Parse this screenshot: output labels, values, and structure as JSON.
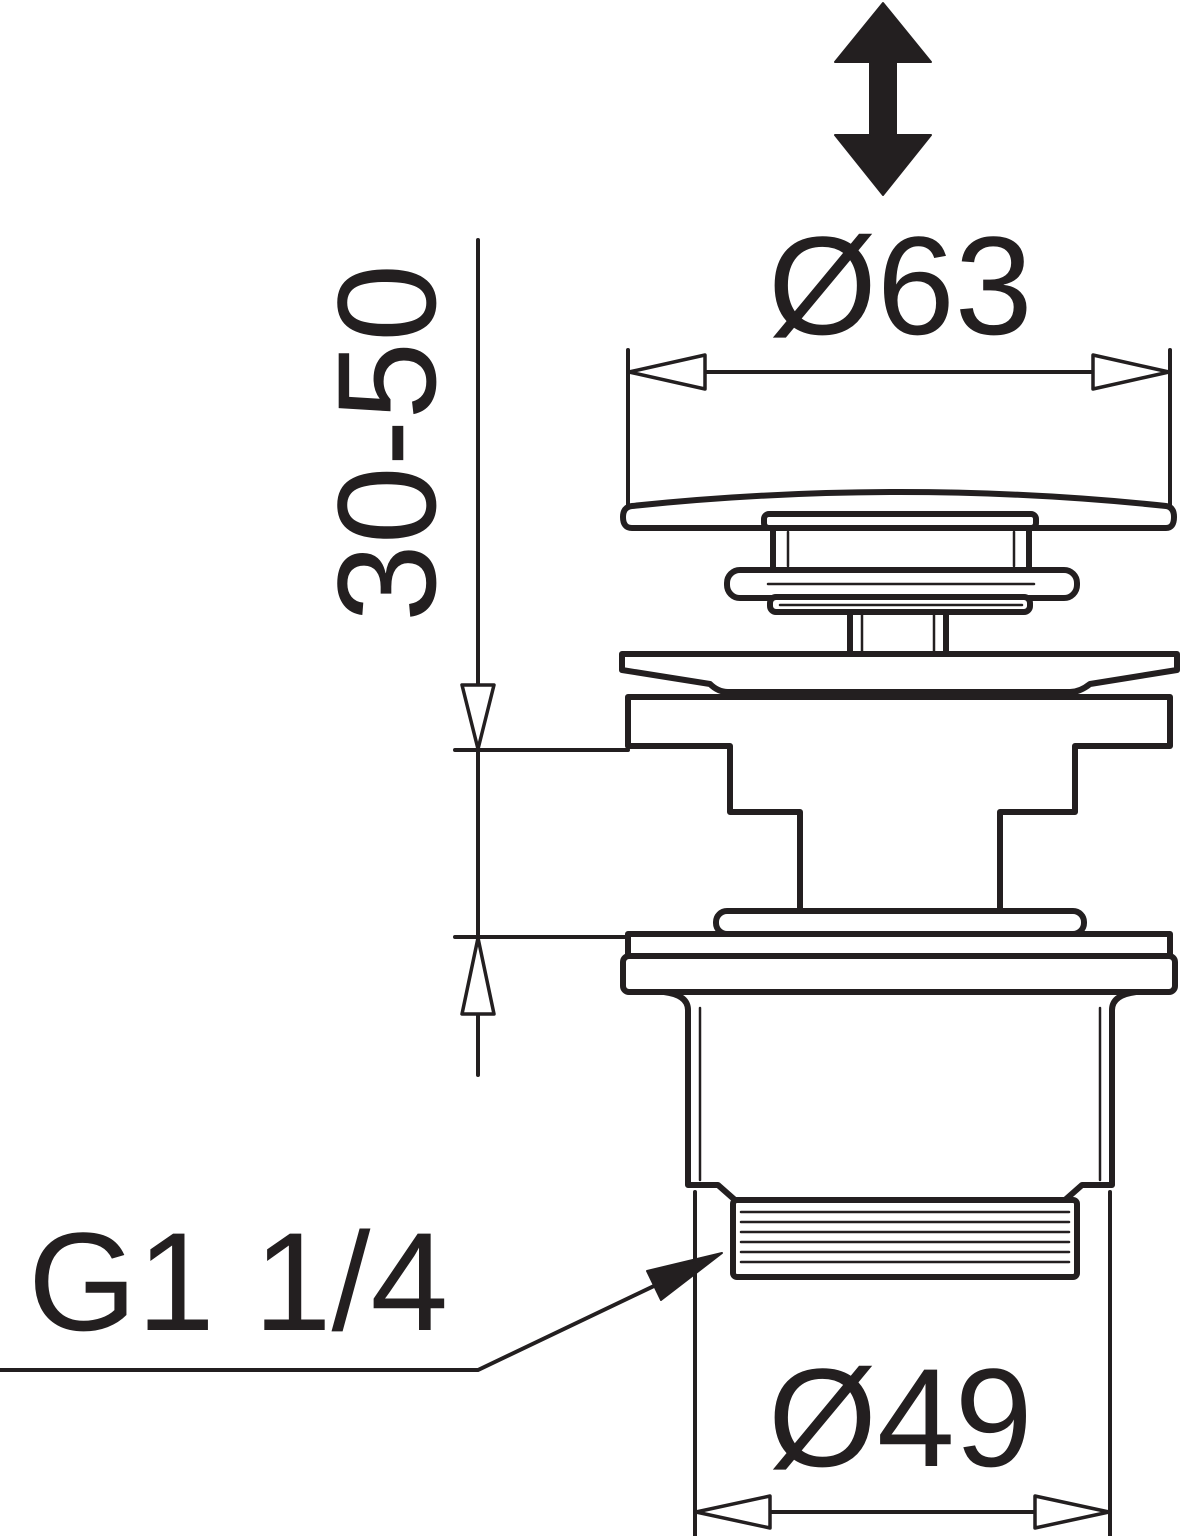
{
  "dimensions": {
    "cap_diameter": "Ø63",
    "stroke_range": "30-50",
    "thread": "G1 1/4",
    "body_diameter": "Ø49"
  },
  "colors": {
    "line": "#231f20",
    "background": "#ffffff"
  }
}
